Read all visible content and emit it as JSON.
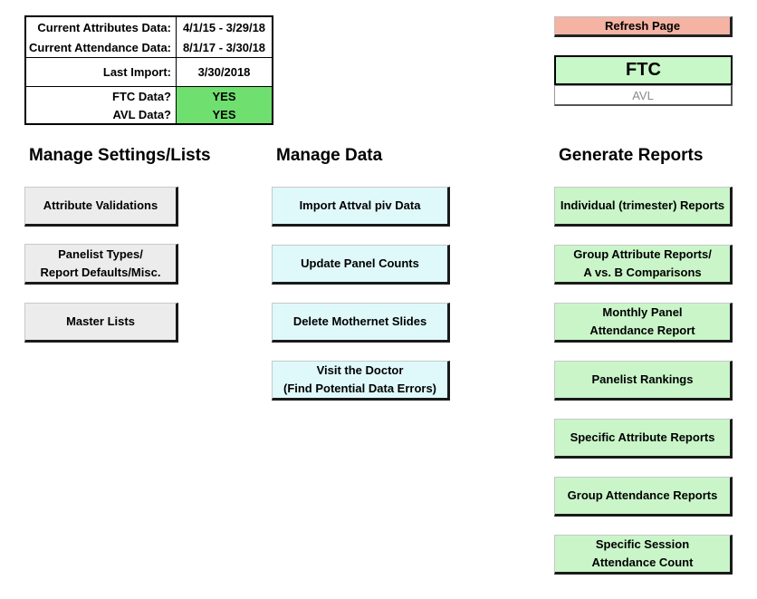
{
  "info": {
    "current_attributes_label": "Current Attributes Data:",
    "current_attributes_value": "4/1/15 - 3/29/18",
    "current_attendance_label": "Current Attendance Data:",
    "current_attendance_value": "8/1/17 - 3/30/18",
    "last_import_label": "Last Import:",
    "last_import_value": "3/30/2018",
    "ftc_data_label": "FTC Data?",
    "ftc_data_value": "YES",
    "avl_data_label": "AVL Data?",
    "avl_data_value": "YES"
  },
  "top_right": {
    "refresh_label": "Refresh Page",
    "active_site": "FTC",
    "inactive_site": "AVL"
  },
  "sections": {
    "settings_title": "Manage Settings/Lists",
    "data_title": "Manage Data",
    "reports_title": "Generate Reports"
  },
  "settings_buttons": [
    "Attribute Validations",
    "Panelist Types/\nReport Defaults/Misc.",
    "Master Lists"
  ],
  "data_buttons": [
    "Import Attval piv Data",
    "Update Panel Counts",
    "Delete Mothernet Slides",
    "Visit the Doctor\n(Find Potential Data Errors)"
  ],
  "report_buttons": [
    "Individual (trimester) Reports",
    "Group Attribute Reports/\nA vs. B Comparisons",
    "Monthly Panel\nAttendance Report",
    "Panelist Rankings",
    "Specific Attribute Reports",
    "Group Attendance Reports",
    "Specific Session\nAttendance Count"
  ],
  "colors": {
    "refresh": "#f5b3a3",
    "yes_green": "#6fe06f",
    "ftc_green": "#c8f7c8",
    "settings_gray": "#ececec",
    "data_cyan": "#dff9fb",
    "reports_green": "#c9f5c9"
  }
}
